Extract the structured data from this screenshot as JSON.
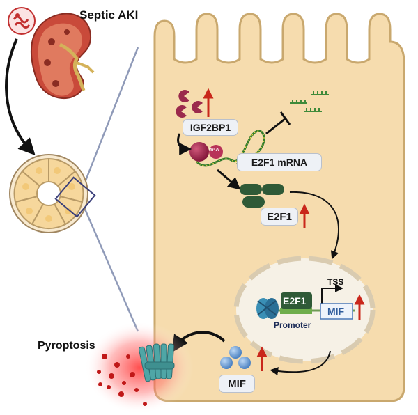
{
  "title": "Septic AKI",
  "labels": {
    "igf2bp1": "IGF2BP1",
    "e2f1_mrna": "E2F1 mRNA",
    "e2f1_protein": "E2F1",
    "e2f1_nuclear": "E2F1",
    "tss": "TSS",
    "mif_gene": "MIF",
    "promoter": "Promoter",
    "mif_protein": "MIF",
    "pyroptosis": "Pyroptosis",
    "m6a": "m⁶A"
  },
  "colors": {
    "cell_fill": "#f6dcae",
    "cell_stroke": "#c9a86e",
    "nucleus_fill": "#f6f1e6",
    "e2f1_green": "#2f5a37",
    "igf2bp1_magenta": "#9b2a4c",
    "up_arrow_red": "#c9271b",
    "mif_blue": "#6a9fd8",
    "pore_teal": "#4fa6a6",
    "zoom_line": "#8f9ab8"
  },
  "icons": [
    "kidney-icon",
    "tubule-cross-section-icon",
    "nucleosome-icon",
    "gasdermin-pore-icon"
  ]
}
